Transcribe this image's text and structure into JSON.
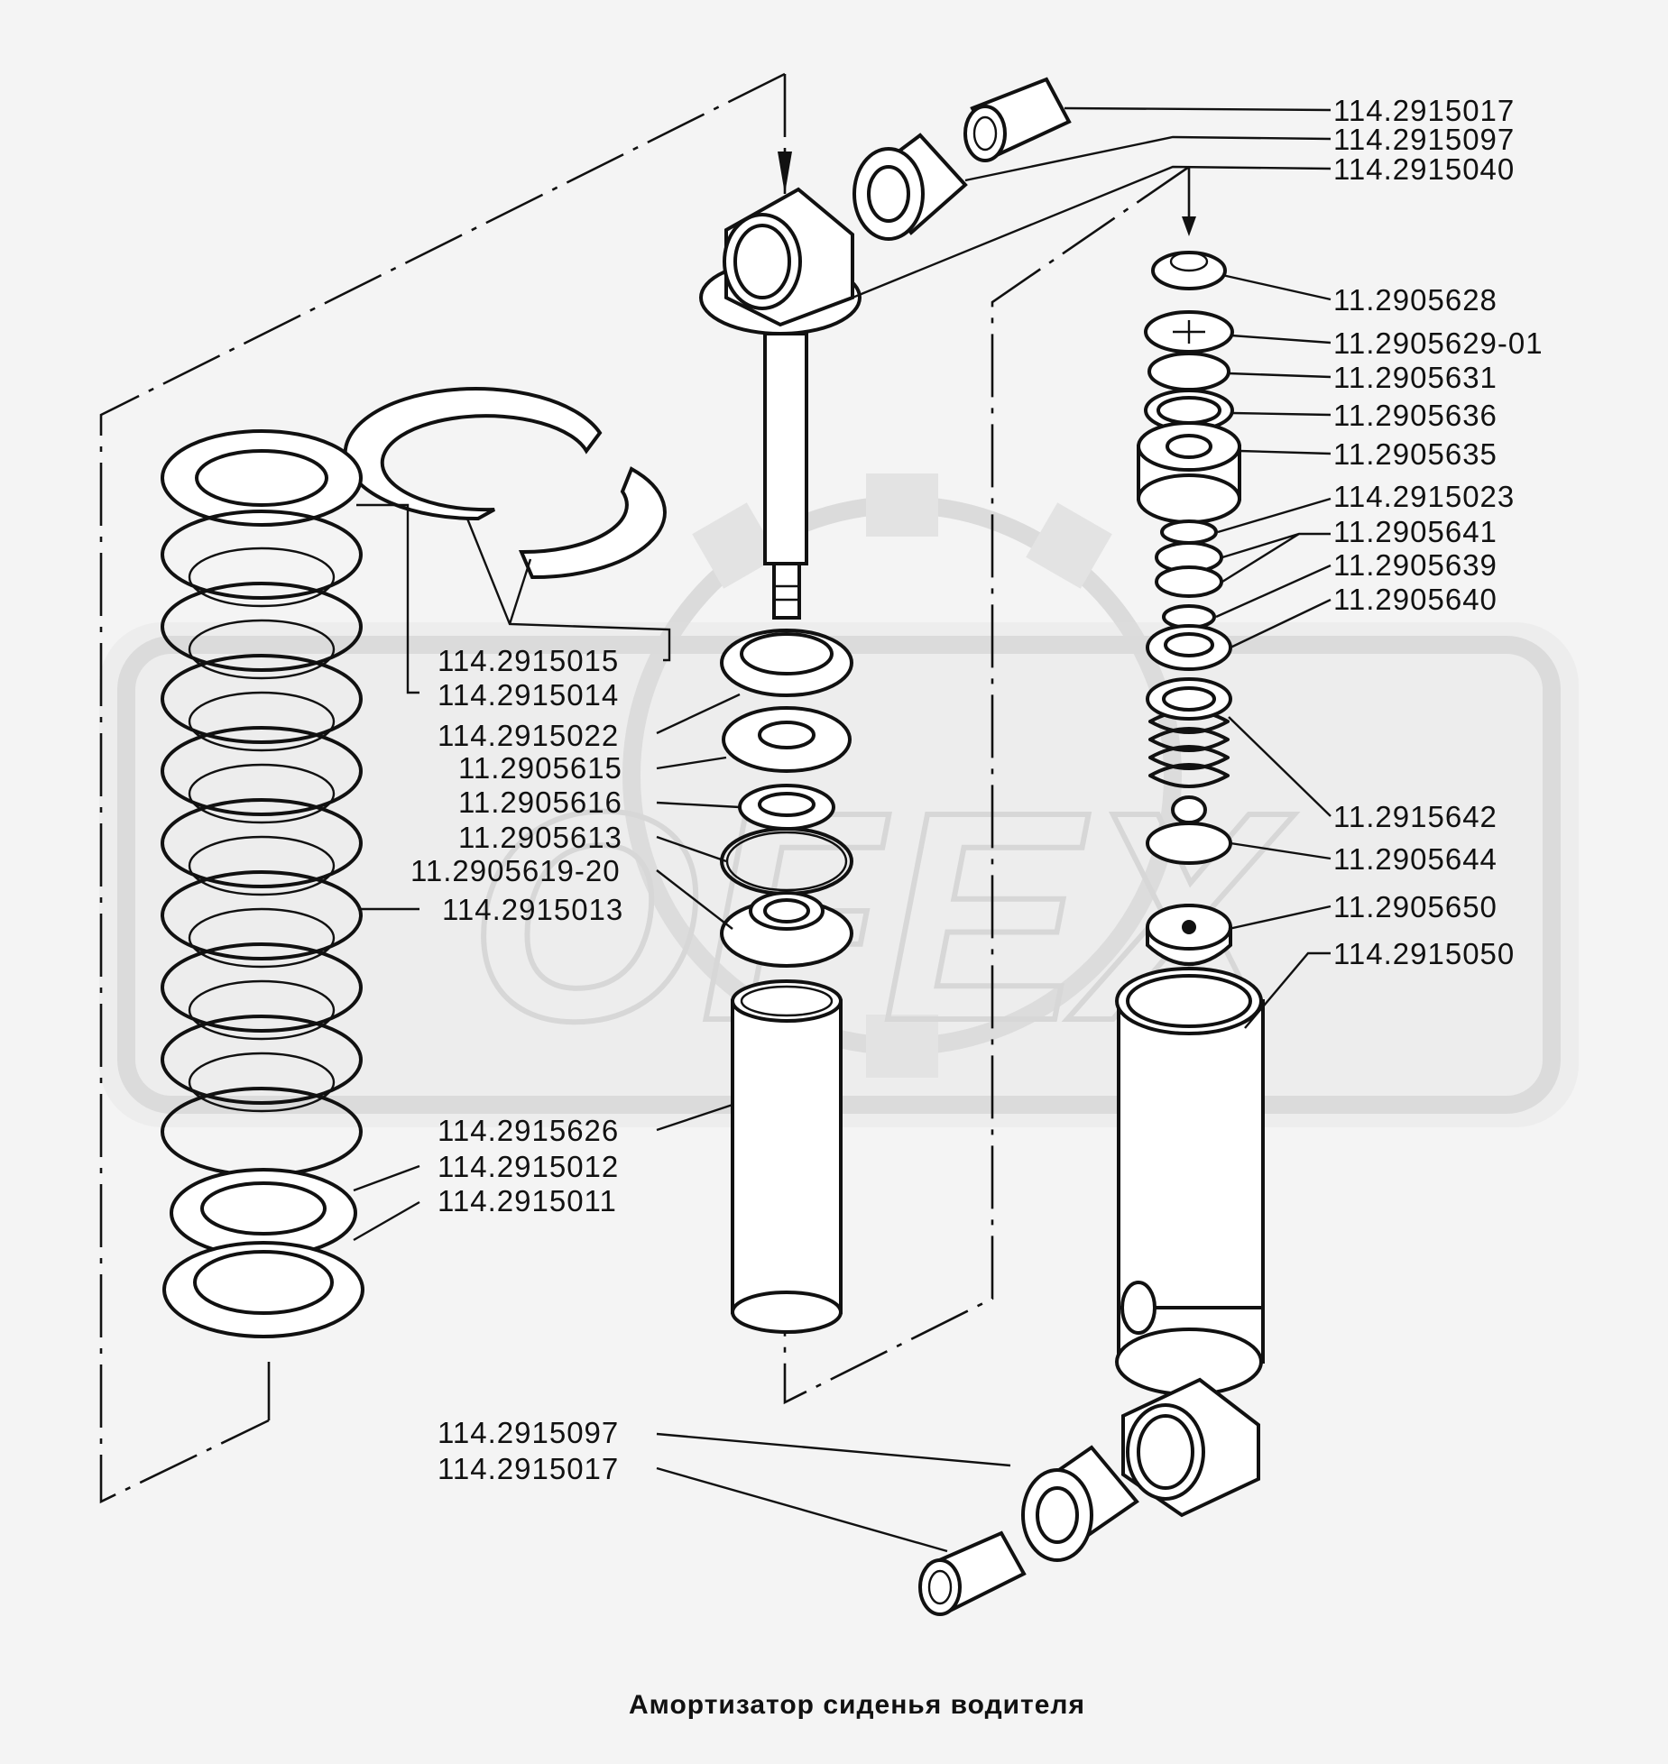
{
  "title": "Амортизатор сиденья водителя",
  "watermark": "OFEX",
  "labels": {
    "top_bushing": "114.2915017",
    "top_silent_block": "114.2915097",
    "top_eye": "114.2915040",
    "p_5628": "11.2905628",
    "p_5629": "11.2905629-01",
    "p_5631": "11.2905631",
    "p_5636": "11.2905636",
    "p_5635": "11.2905635",
    "p_5023": "114.2915023",
    "p_5641": "11.2905641",
    "p_5639": "11.2905639",
    "p_5640": "11.2905640",
    "p_5642": "11.2915642",
    "p_5644": "11.2905644",
    "p_5650": "11.2905650",
    "p_5050": "114.2915050",
    "p_5015": "114.2915015",
    "p_5014": "114.2915014",
    "p_5022": "114.2915022",
    "p_5615": "11.2905615",
    "p_5616": "11.2905616",
    "p_5613": "11.2905613",
    "p_5619": "11.2905619-20",
    "p_5013": "114.2915013",
    "p_5626": "114.2915626",
    "p_5012": "114.2915012",
    "p_5011": "114.2915011",
    "bottom_silent_block": "114.2915097",
    "bottom_bushing": "114.2915017"
  },
  "colors": {
    "ink": "#111111",
    "paper": "#f4f4f4",
    "watermark": "#dedede"
  }
}
